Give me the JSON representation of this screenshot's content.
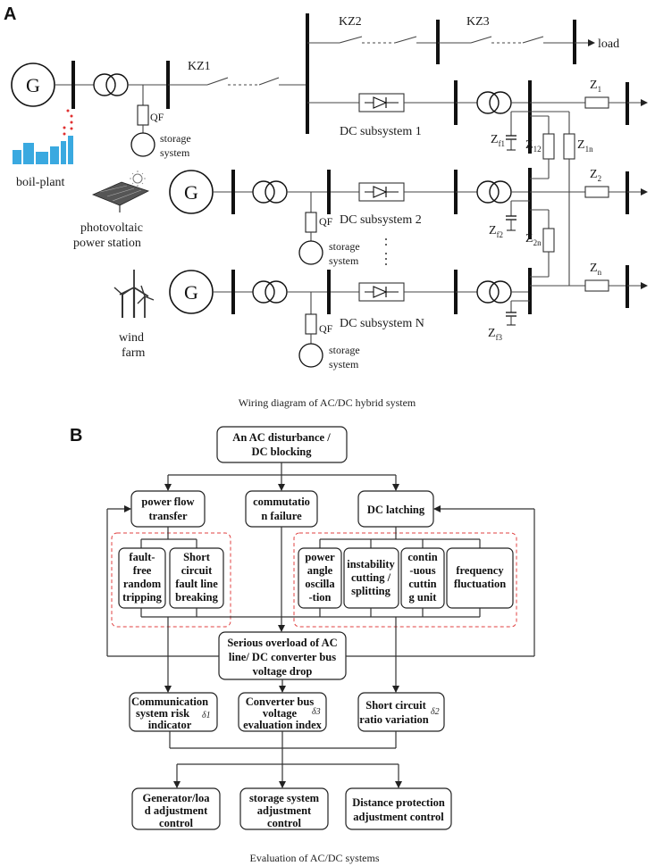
{
  "panel_a": {
    "label": "A",
    "caption": "Wiring diagram of AC/DC hybrid system",
    "generator_symbol": "G",
    "switches": [
      "KZ1",
      "KZ2",
      "KZ3"
    ],
    "load": "load",
    "qf": "QF",
    "storage_line1": "storage",
    "storage_line2": "system",
    "sources": {
      "boil_plant": "boil-plant",
      "pv_line1": "photovoltaic",
      "pv_line2": "power station",
      "wind_line1": "wind",
      "wind_line2": "farm"
    },
    "dc_subsystems": [
      "DC subsystem 1",
      "DC subsystem 2",
      "DC subsystem N"
    ],
    "impedances": {
      "z_base": "Z",
      "z1_sub": "1",
      "z2_sub": "2",
      "zn_sub": "n",
      "zf1_sub": "f1",
      "zf2_sub": "f2",
      "zf3_sub": "f3",
      "z12_sub": "12",
      "z1n_sub": "1n",
      "z2n_sub": "2n"
    }
  },
  "panel_b": {
    "label": "B",
    "caption": "Evaluation of AC/DC systems",
    "top_line1": "An AC disturbance /",
    "top_line2": "DC blocking",
    "power_flow_line1": "power flow",
    "power_flow_line2": "transfer",
    "commutation_line1": "commutatio",
    "commutation_line2": "n failure",
    "dc_latching": "DC latching",
    "fault_free": [
      "fault-",
      "free",
      "random",
      "tripping"
    ],
    "short_circuit_break": [
      "Short",
      "circuit",
      "fault line",
      "breaking"
    ],
    "power_angle": [
      "power",
      "angle",
      "oscilla",
      "-tion"
    ],
    "instability": [
      "instability",
      "cutting /",
      "splitting"
    ],
    "continuous": [
      "contin",
      "-uous",
      "cuttin",
      "g unit"
    ],
    "frequency": [
      "frequency",
      "fluctuation"
    ],
    "overload": [
      "Serious overload of AC",
      "line/ DC converter bus",
      "voltage drop"
    ],
    "comm_risk": [
      "Communication",
      "system risk",
      "indicator"
    ],
    "comm_risk_symbol": "δ1",
    "converter_bus": [
      "Converter bus",
      "voltage",
      "evaluation index"
    ],
    "converter_bus_symbol": "δ3",
    "scr_variation": [
      "Short circuit",
      "ratio variation"
    ],
    "scr_symbol": "δ2",
    "generator_adj": [
      "Generator/loa",
      "d adjustment",
      "control"
    ],
    "storage_adj": [
      "storage system",
      "adjustment",
      "control"
    ],
    "distance_adj": [
      "Distance protection",
      "adjustment control"
    ]
  }
}
